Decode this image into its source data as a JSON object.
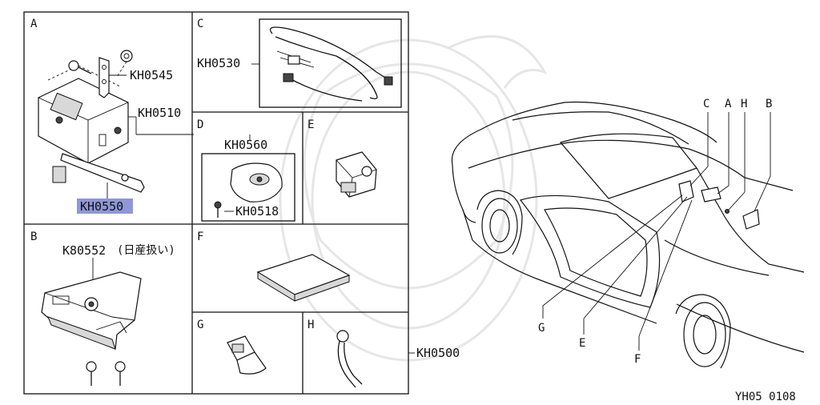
{
  "diagram_id": "YH05 0108",
  "panels": {
    "a": {
      "letter": "A",
      "parts": [
        "KH0545",
        "KH0510",
        "KH0550"
      ]
    },
    "b": {
      "letter": "B",
      "part": "K80552",
      "note": "(日産扱い)"
    },
    "c": {
      "letter": "C",
      "part": "KH0530"
    },
    "d": {
      "letter": "D",
      "parts": [
        "KH0560",
        "KH0518"
      ]
    },
    "e": {
      "letter": "E"
    },
    "f": {
      "letter": "F"
    },
    "g": {
      "letter": "G"
    },
    "h": {
      "letter": "H"
    }
  },
  "kit_part": "KH0500",
  "highlight_color": "#8f97d8",
  "car_callouts": {
    "top": [
      "C",
      "A",
      "H",
      "B"
    ],
    "bottom": [
      "G",
      "E",
      "F"
    ]
  }
}
